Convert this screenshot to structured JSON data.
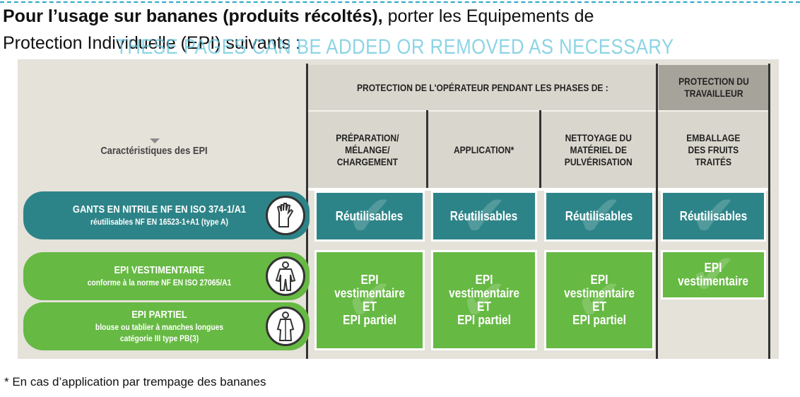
{
  "intro": {
    "bold": "Pour l’usage sur bananes (produits récoltés),",
    "rest": " porter les Equipements de",
    "line2": "Protection Individuelle (EPI) suivants :"
  },
  "watermark": "THESE PAGES CAN BE ADDED OR REMOVED AS NECESSARY",
  "table": {
    "operator_header": "PROTECTION DE L'OPÉRATEUR PENDANT LES PHASES DE :",
    "worker_header_1": "PROTECTION DU",
    "worker_header_2": "TRAVAILLEUR",
    "characteristics_label": "Caractéristiques des EPI",
    "columns": [
      {
        "l1": "PRÉPARATION/",
        "l2": "MÉLANGE/",
        "l3": "CHARGEMENT"
      },
      {
        "l1": "APPLICATION*",
        "l2": "",
        "l3": ""
      },
      {
        "l1": "NETTOYAGE DU",
        "l2": "MATÉRIEL DE",
        "l3": "PULVÉRISATION"
      },
      {
        "l1": "EMBALLAGE",
        "l2": "DES FRUITS",
        "l3": "TRAITÉS"
      }
    ],
    "rows": [
      {
        "title": "GANTS EN NITRILE NF EN ISO 374-1/A1",
        "sub": "réutilisables NF EN 16523-1+A1 (type A)",
        "icon": "gloves-icon"
      },
      {
        "title": "EPI VESTIMENTAIRE",
        "sub": "conforme à la norme NF EN ISO 27065/A1",
        "icon": "coverall-icon"
      },
      {
        "title": "EPI PARTIEL",
        "sub": "blouse ou tablier à manches longues",
        "sub2": "catégorie III type PB(3)",
        "icon": "apron-icon"
      }
    ],
    "reusable": "Réutilisables",
    "epi_cell": {
      "l1": "EPI",
      "l2": "vestimentaire",
      "l3": "ET",
      "l4": "EPI partiel"
    },
    "epi_cell_last": {
      "l1": "EPI",
      "l2": "vestimentaire"
    }
  },
  "footnote": "* En cas d’application par trempage des bananes",
  "colors": {
    "teal": "#2d8488",
    "green": "#66b943",
    "panel": "#e4e2d9",
    "dash": "#2aa7c9"
  }
}
